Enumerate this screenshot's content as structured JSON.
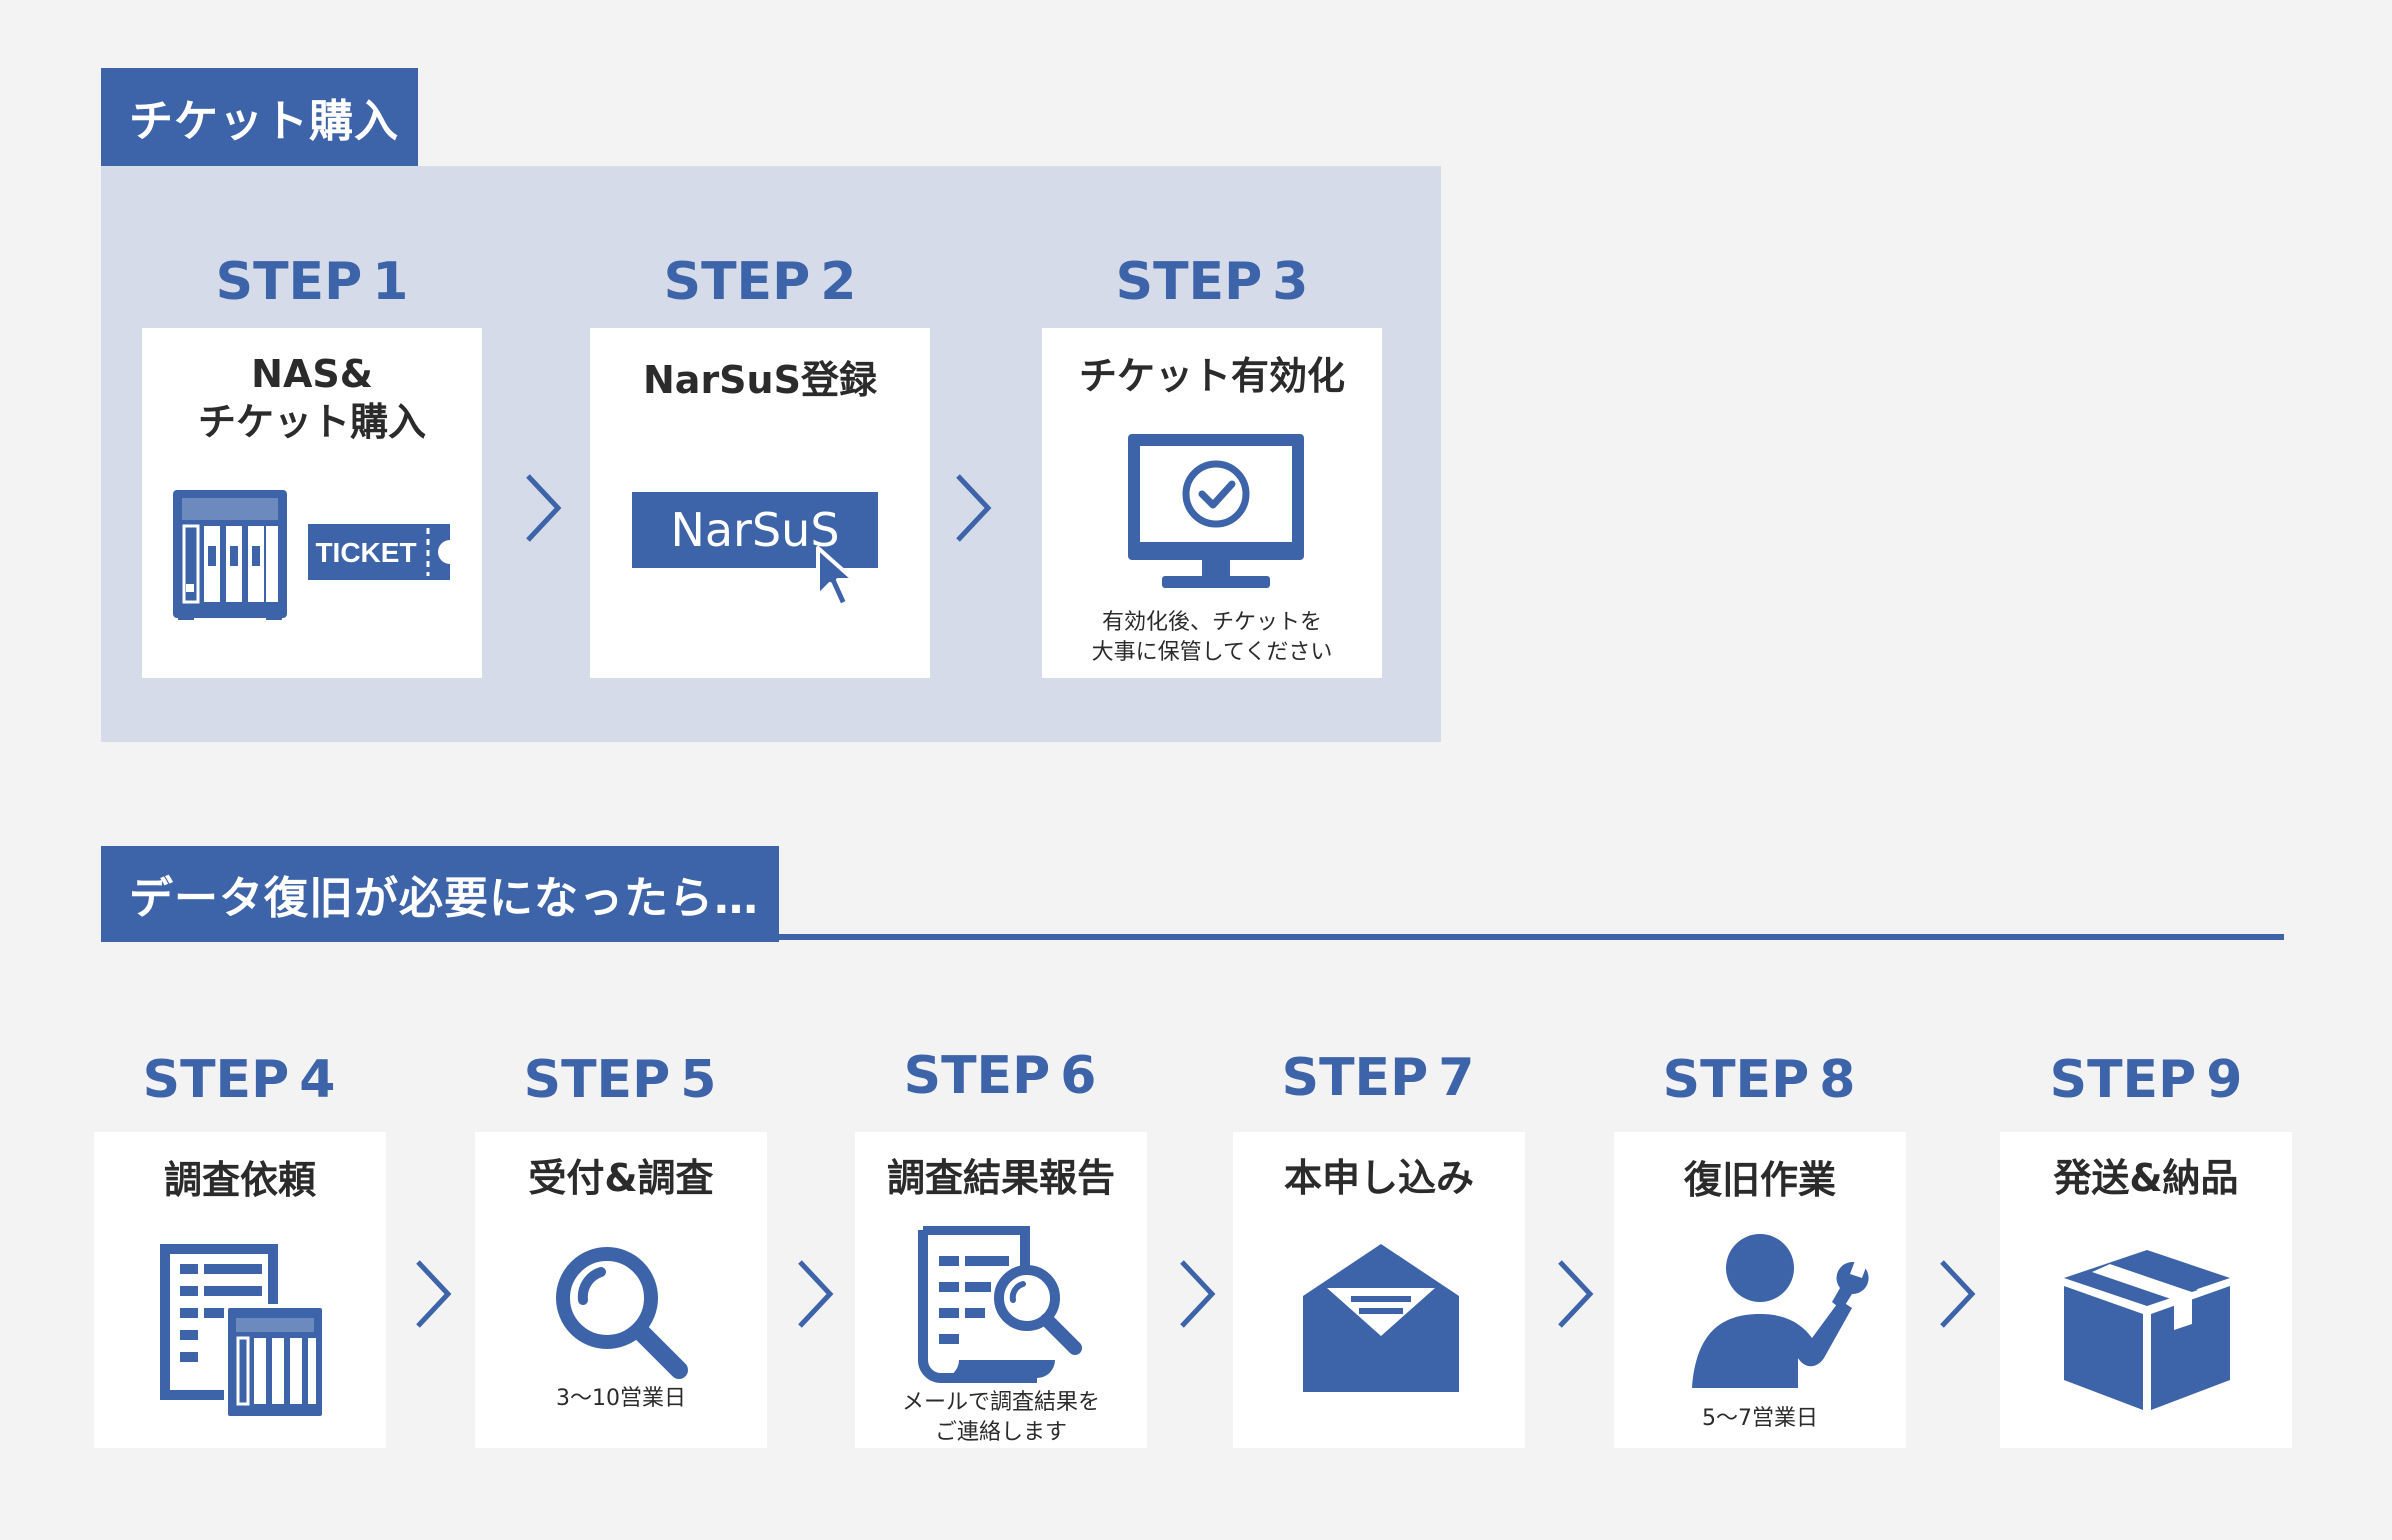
{
  "colors": {
    "accent": "#3d63a8",
    "panel": "#d5dbe8",
    "background": "#f3f3f4",
    "card": "#ffffff"
  },
  "section1": {
    "title": "チケット購入",
    "steps": [
      {
        "label": "STEP",
        "num": "1",
        "title_line1": "NAS&",
        "title_line2": "チケット購入",
        "icon": "nas-ticket-icon",
        "ticket_text": "TICKET"
      },
      {
        "label": "STEP",
        "num": "2",
        "title": "NarSuS登録",
        "icon": "narsus-logo-cursor-icon",
        "logo_text": "NarSuS"
      },
      {
        "label": "STEP",
        "num": "3",
        "title": "チケット有効化",
        "icon": "monitor-check-icon",
        "note_line1": "有効化後、チケットを",
        "note_line2": "大事に保管してください"
      }
    ]
  },
  "section2": {
    "title": "データ復旧が必要になったら…",
    "steps": [
      {
        "label": "STEP",
        "num": "4",
        "title": "調査依頼",
        "icon": "document-nas-icon"
      },
      {
        "label": "STEP",
        "num": "5",
        "title": "受付&調査",
        "icon": "magnifier-icon",
        "note": "3〜10営業日"
      },
      {
        "label": "STEP",
        "num": "6",
        "title": "調査結果報告",
        "icon": "report-magnifier-icon",
        "note_line1": "メールで調査結果を",
        "note_line2": "ご連絡します"
      },
      {
        "label": "STEP",
        "num": "7",
        "title": "本申し込み",
        "icon": "envelope-icon"
      },
      {
        "label": "STEP",
        "num": "8",
        "title": "復旧作業",
        "icon": "worker-wrench-icon",
        "note": "5〜7営業日"
      },
      {
        "label": "STEP",
        "num": "9",
        "title": "発送&納品",
        "icon": "package-box-icon"
      }
    ]
  }
}
